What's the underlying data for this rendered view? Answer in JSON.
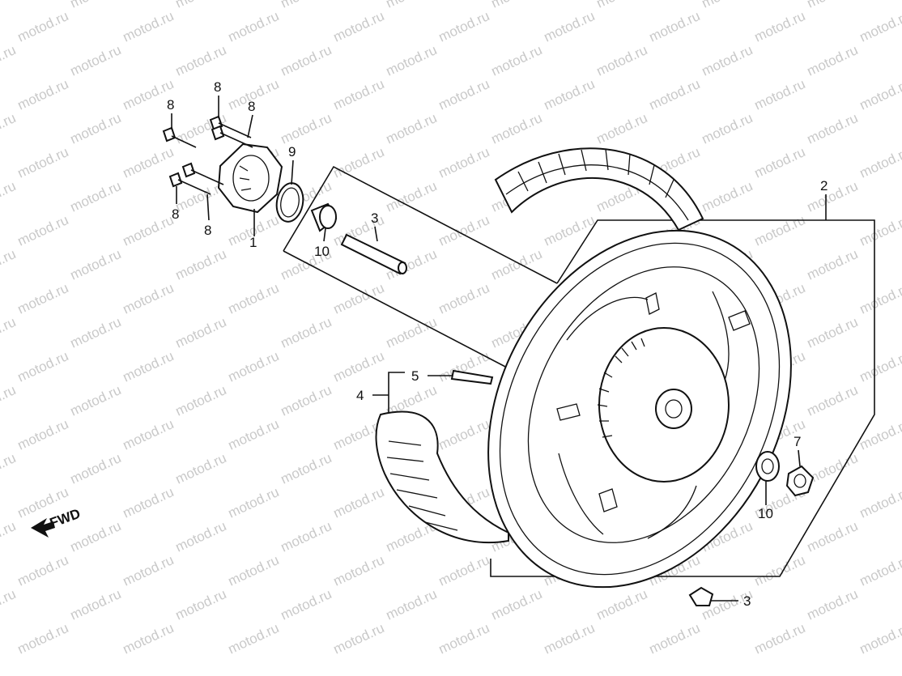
{
  "watermark": {
    "text": "motod.ru"
  },
  "direction": {
    "label": "FWD"
  },
  "callouts": [
    {
      "id": "c-8a",
      "text": "8"
    },
    {
      "id": "c-8b",
      "text": "8"
    },
    {
      "id": "c-8c",
      "text": "8"
    },
    {
      "id": "c-8d",
      "text": "8"
    },
    {
      "id": "c-8e",
      "text": "8"
    },
    {
      "id": "c-1",
      "text": "1"
    },
    {
      "id": "c-9",
      "text": "9"
    },
    {
      "id": "c-10a",
      "text": "10"
    },
    {
      "id": "c-3a",
      "text": "3"
    },
    {
      "id": "c-2",
      "text": "2"
    },
    {
      "id": "c-5",
      "text": "5"
    },
    {
      "id": "c-4",
      "text": "4"
    },
    {
      "id": "c-7",
      "text": "7"
    },
    {
      "id": "c-10b",
      "text": "10"
    },
    {
      "id": "c-3b",
      "text": "3"
    }
  ]
}
